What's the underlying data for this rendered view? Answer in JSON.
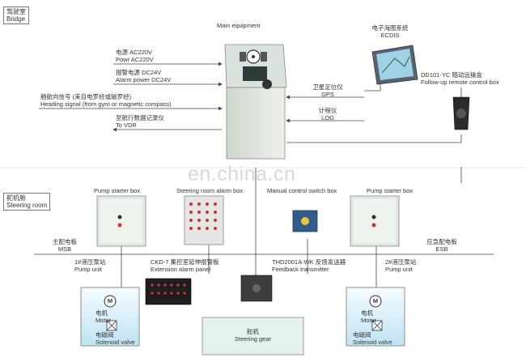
{
  "bridge": {
    "label_cn": "驾驶室",
    "label_en": "Bridge"
  },
  "steering_room": {
    "label_cn": "舵机舱",
    "label_en": "Steering room"
  },
  "main_equipment": "Main equipment",
  "signals": [
    {
      "cn": "电源 AC220V",
      "en": "Powr AC220V"
    },
    {
      "cn": "报警电源 DC24V",
      "en": "Alarm power DC24V"
    },
    {
      "cn": "艏航向信号 (来自电罗经或磁罗经)",
      "en": "Heading signal (from gyro or magnetic compass)"
    },
    {
      "cn": "至航行数据记录仪",
      "en": "To VDR"
    }
  ],
  "ecdis": {
    "cn": "电子海图系统",
    "en": "ECDIS"
  },
  "gps": {
    "cn": "卫星定位仪",
    "en": "GPS"
  },
  "log": {
    "cn": "计程仪",
    "en": "LOG"
  },
  "followup": {
    "cn": "DD101-YC 随动远操盒",
    "en": "Follow-up remote control box"
  },
  "watermark": "en.china.cn",
  "pump_starter_left": "Pump starter box",
  "pump_starter_right": "Pump starter box",
  "steering_alarm_box": "Steering room alarm box",
  "manual_switch_box": "Manual control switch box",
  "msb": {
    "cn": "主配电板",
    "en": "MSB"
  },
  "esb": {
    "cn": "应急配电板",
    "en": "ESB"
  },
  "pump1": {
    "cn": "1#液压泵站",
    "en": "Pump unit"
  },
  "pump2": {
    "cn": "2#液压泵站",
    "en": "Pump unit"
  },
  "ckd": {
    "cn": "CKD-7 集控室延伸报警板",
    "en": "Extension alarm panel"
  },
  "thd": {
    "cn": "THD2001A-WK 反馈发送器",
    "en": "Feedback transmitter"
  },
  "motor_symbol": "M",
  "motor": {
    "cn": "电机",
    "en": "Motor"
  },
  "solenoid": {
    "cn": "电磁阀",
    "en": "Solenoid valve"
  },
  "steering_gear": {
    "cn": "舵机",
    "en": "Steering gear"
  }
}
